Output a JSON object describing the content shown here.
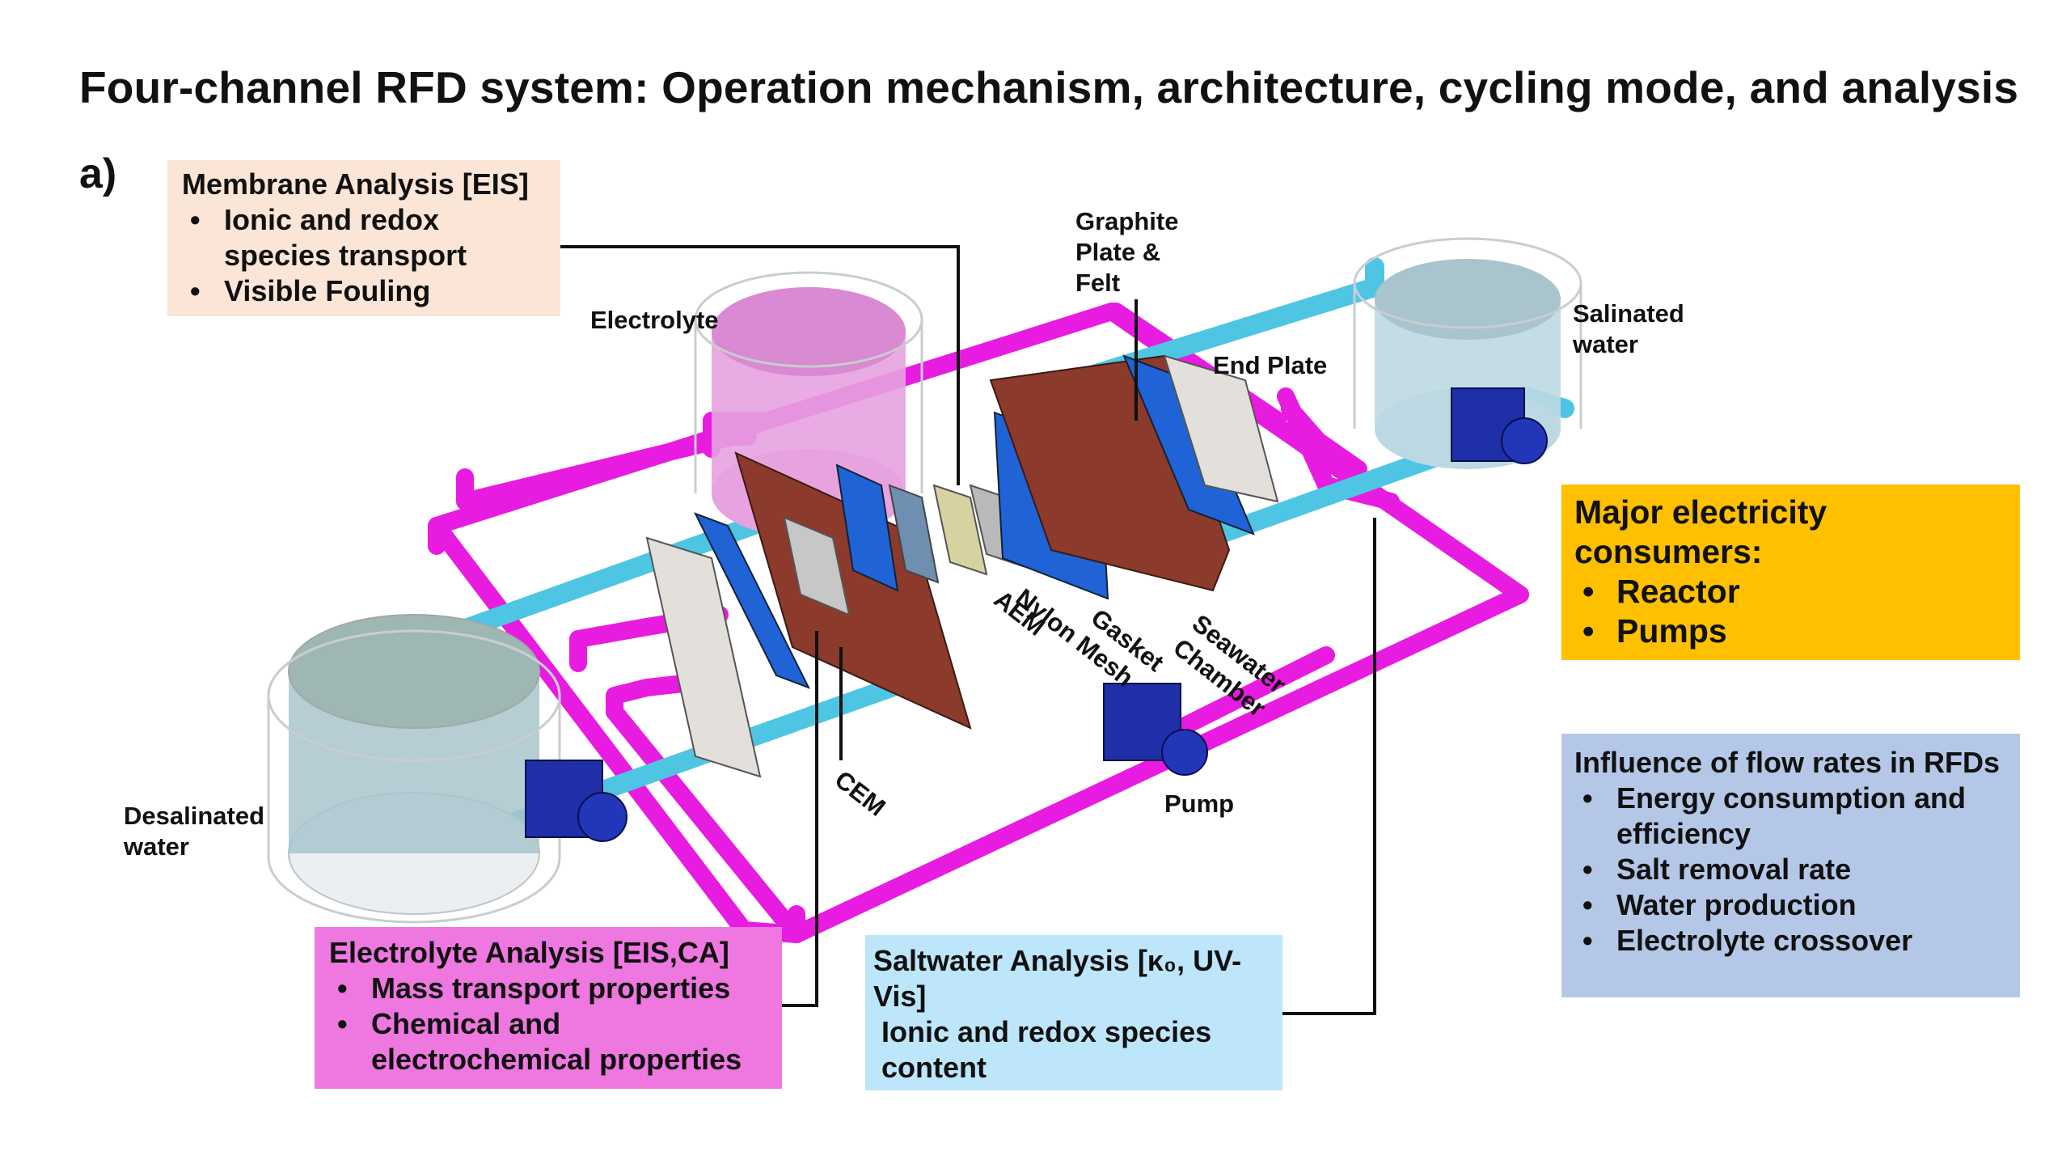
{
  "title": "Four-channel RFD system: Operation mechanism, architecture, cycling mode, and analysis",
  "panel_label": "a)",
  "membrane_analysis": {
    "title": "Membrane Analysis [EIS]",
    "items": [
      "Ionic and redox species transport",
      "Visible Fouling"
    ]
  },
  "electrolyte_analysis": {
    "title": "Electrolyte Analysis [EIS,CA]",
    "items": [
      "Mass transport properties",
      "Chemical and electrochemical properties"
    ]
  },
  "saltwater_analysis": {
    "title": "Saltwater Analysis [κ₀, UV-Vis]",
    "content": "Ionic and redox species content"
  },
  "major_consumers": {
    "title": "Major electricity consumers:",
    "items": [
      "Reactor",
      "Pumps"
    ]
  },
  "flow_rates": {
    "title": "Influence of flow rates in RFDs",
    "items": [
      "Energy consumption and efficiency",
      "Salt removal rate",
      "Water production",
      "Electrolyte crossover"
    ]
  },
  "labels": {
    "electrolyte": "Electrolyte",
    "graphite": "Graphite Plate & Felt",
    "end_plate": "End Plate",
    "salinated": "Salinated water",
    "desalinated": "Desalinated water",
    "nylon_mesh": "Nylon Mesh",
    "aem": "AEM",
    "gasket": "Gasket",
    "seawater_chamber": "Seawater Chamber",
    "cem": "CEM",
    "pump": "Pump"
  },
  "colors": {
    "electrolyte_tube": "#e81be0",
    "water_tube": "#4ec6e3",
    "plate_brown": "#8b3a2c",
    "plate_blue": "#1f63d6",
    "pump_blue": "#1f2fa8"
  }
}
